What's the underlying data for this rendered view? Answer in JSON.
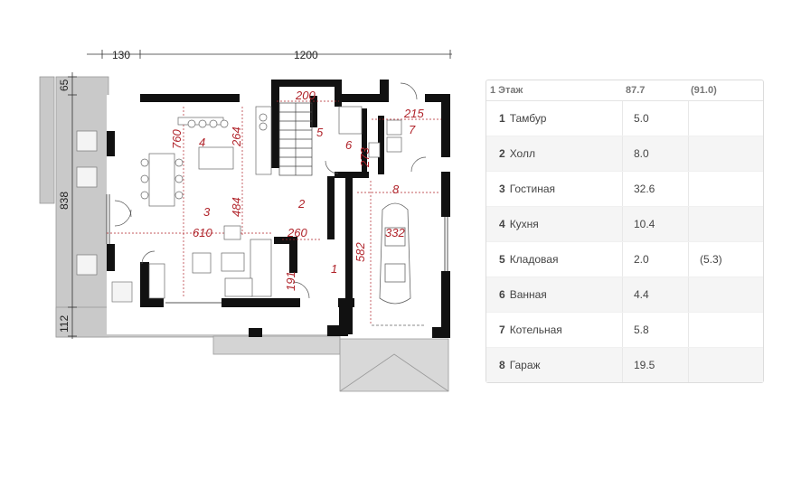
{
  "dimensions": {
    "top_left": "130",
    "top_main": "1200",
    "left_top": "65",
    "left_main": "838",
    "left_bottom": "112"
  },
  "inner_dimensions": {
    "d200": "200",
    "d215": "215",
    "d760": "760",
    "d264": "264",
    "d273": "273",
    "d484": "484",
    "d610": "610",
    "d260": "260",
    "d332": "332",
    "d582": "582",
    "d191": "191"
  },
  "room_labels": {
    "r1": "1",
    "r2": "2",
    "r3": "3",
    "r4": "4",
    "r5": "5",
    "r6": "6",
    "r7": "7",
    "r8": "8"
  },
  "table": {
    "header": {
      "floor": "1 Этаж",
      "area": "87.7",
      "area_alt": "(91.0)"
    },
    "rows": [
      {
        "num": "1",
        "name": "Тамбур",
        "area": "5.0",
        "extra": ""
      },
      {
        "num": "2",
        "name": "Холл",
        "area": "8.0",
        "extra": ""
      },
      {
        "num": "3",
        "name": "Гостиная",
        "area": "32.6",
        "extra": ""
      },
      {
        "num": "4",
        "name": "Кухня",
        "area": "10.4",
        "extra": ""
      },
      {
        "num": "5",
        "name": "Кладовая",
        "area": "2.0",
        "extra": "(5.3)"
      },
      {
        "num": "6",
        "name": "Ванная",
        "area": "4.4",
        "extra": ""
      },
      {
        "num": "7",
        "name": "Котельная",
        "area": "5.8",
        "extra": ""
      },
      {
        "num": "8",
        "name": "Гараж",
        "area": "19.5",
        "extra": ""
      }
    ]
  },
  "colors": {
    "wall": "#111111",
    "terrace": "#c8c8c8",
    "dimension_red": "#b0232a"
  }
}
